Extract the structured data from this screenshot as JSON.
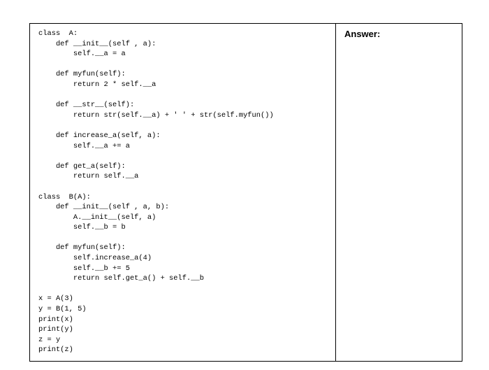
{
  "answer_label": "Answer:",
  "code_lines": [
    "class  A:",
    "    def __init__(self , a):",
    "        self.__a = a",
    "",
    "    def myfun(self):",
    "        return 2 * self.__a",
    "",
    "    def __str__(self):",
    "        return str(self.__a) + ' ' + str(self.myfun())",
    "",
    "    def increase_a(self, a):",
    "        self.__a += a",
    "",
    "    def get_a(self):",
    "        return self.__a",
    "",
    "class  B(A):",
    "    def __init__(self , a, b):",
    "        A.__init__(self, a)",
    "        self.__b = b",
    "",
    "    def myfun(self):",
    "        self.increase_a(4)",
    "        self.__b += 5",
    "        return self.get_a() + self.__b",
    "",
    "x = A(3)",
    "y = B(1, 5)",
    "print(x)",
    "print(y)",
    "z = y",
    "print(z)"
  ]
}
